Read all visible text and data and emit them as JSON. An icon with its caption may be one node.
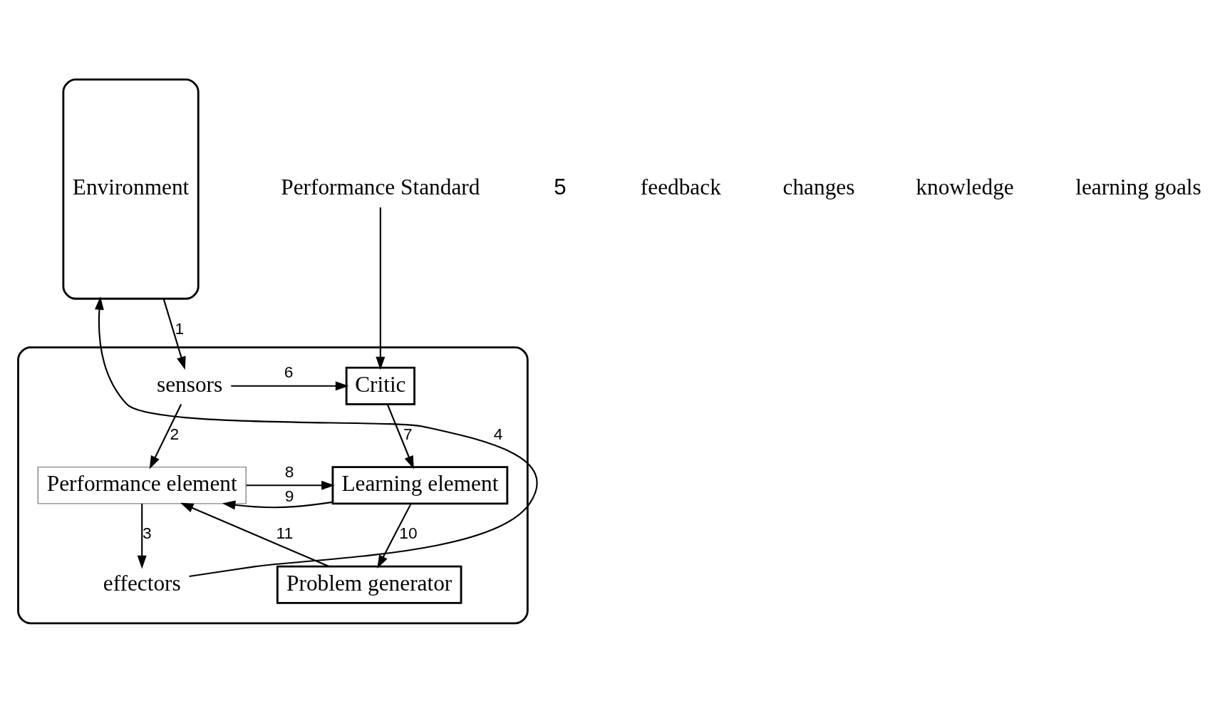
{
  "diagram": {
    "nodes": [
      {
        "text": [],
        "shape": "box"
      },
      {
        "text": [
          "Performance Standard"
        ]
      },
      {
        "text": [
          "Critic"
        ],
        "in": 0
      },
      {
        "text": [
          "sensors"
        ],
        "in": 0
      },
      {
        "text": [
          "Learning element"
        ],
        "in": 0
      },
      {
        "text": [
          "Performance element"
        ],
        "in": 0
      },
      {
        "text": [
          "Problem generator"
        ],
        "in": 0
      },
      {
        "text": [
          "effectors"
        ],
        "in": 0
      },
      {
        "text": [
          "Environment"
        ]
      }
    ],
    "edges": [
      {
        "from": 1,
        "to": 2,
        "arrow": "to"
      },
      {
        "from": 8,
        "to": 3,
        "arrow": "to",
        "label": "1"
      },
      {
        "from": 3,
        "to": 5,
        "arrow": "to",
        "label": "2"
      },
      {
        "from": 5,
        "to": 7,
        "arrow": "to",
        "label": "3"
      },
      {
        "from": 7,
        "to": 8,
        "arrow": "to",
        "label": "4"
      },
      {
        "from": 3,
        "to": 2,
        "arrow": "to",
        "label": "6"
      },
      {
        "from": 2,
        "to": 4,
        "arrow": "to",
        "label": "7"
      },
      {
        "from": 5,
        "to": 4,
        "arrow": "to",
        "label": "8"
      },
      {
        "from": 4,
        "to": 5,
        "arrow": "to",
        "label": "9"
      },
      {
        "from": 4,
        "to": 6,
        "arrow": "to",
        "label": "10"
      },
      {
        "from": 6,
        "to": 5,
        "arrow": "to",
        "label": "11"
      }
    ],
    "labels": [
      "5",
      "feedback",
      "changes",
      "knowledge",
      "learning goals"
    ]
  }
}
